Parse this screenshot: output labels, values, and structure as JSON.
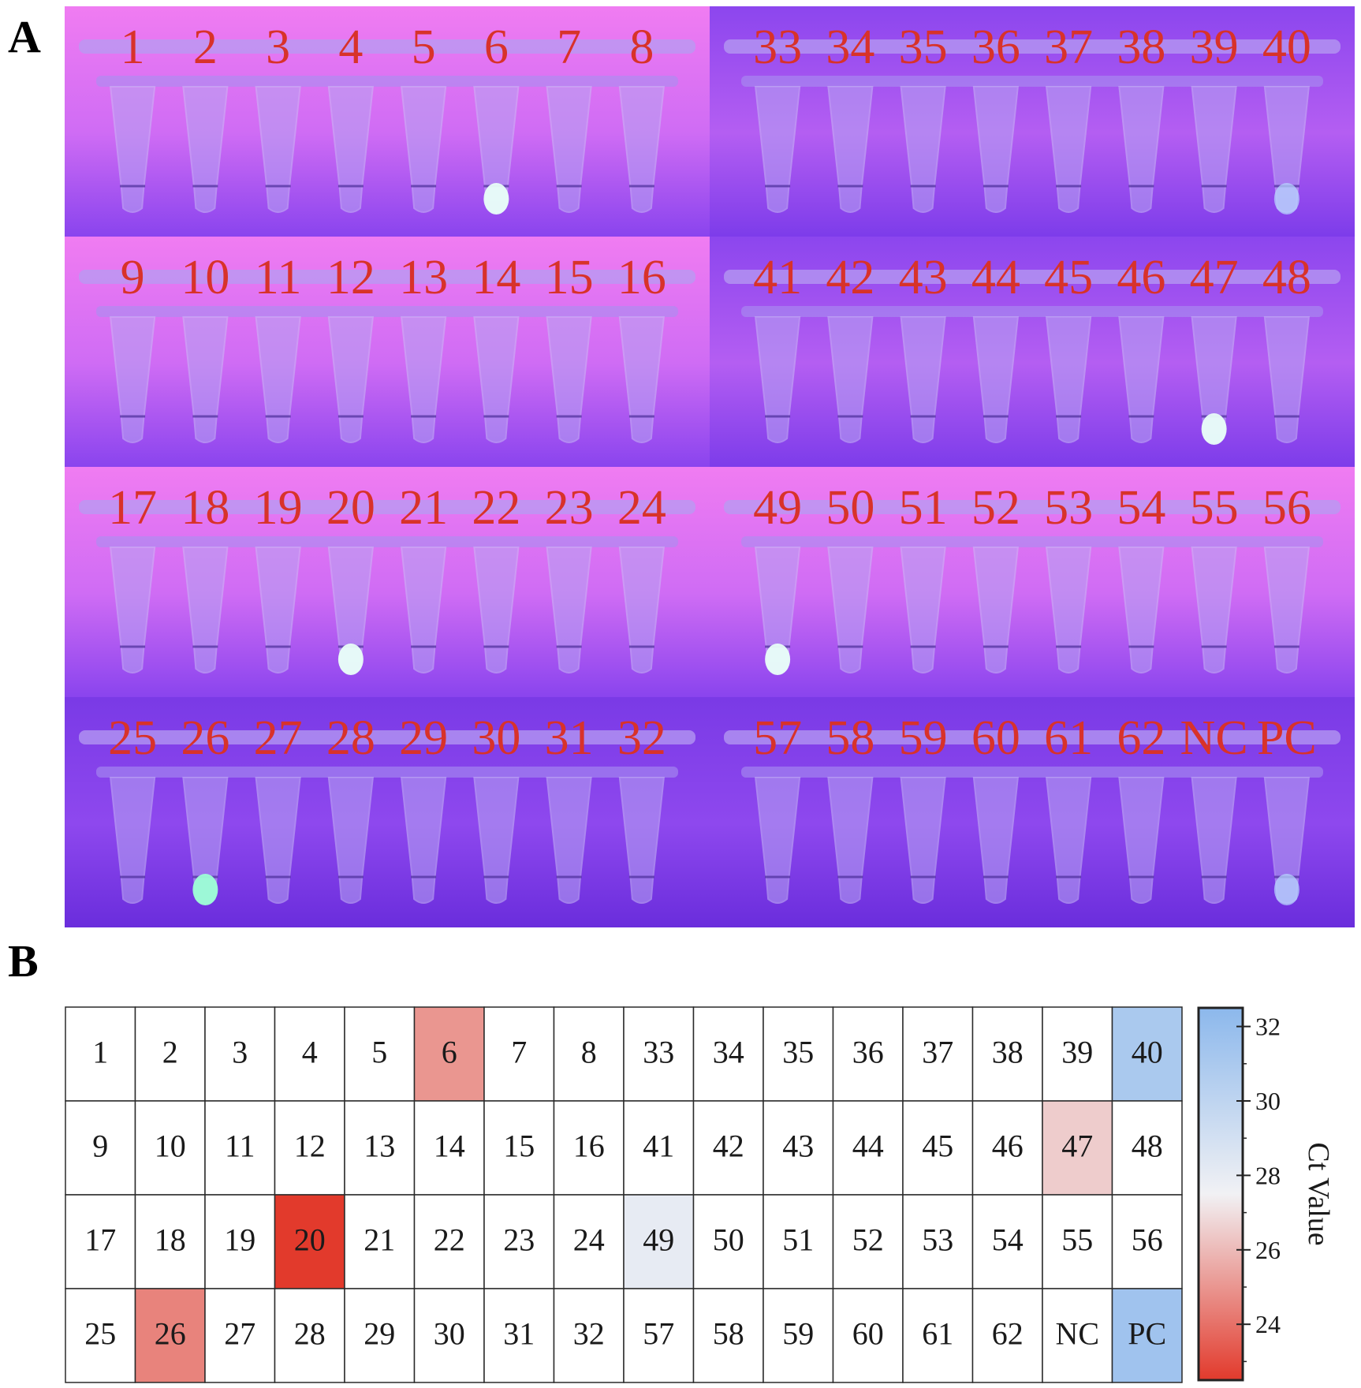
{
  "panel_a_label": "A",
  "panel_b_label": "B",
  "photo_panels": [
    {
      "labels": [
        "1",
        "2",
        "3",
        "4",
        "5",
        "6",
        "7",
        "8"
      ],
      "glow": [
        "",
        "",
        "",
        "",
        "",
        "strong",
        "",
        ""
      ],
      "theme": "pink"
    },
    {
      "labels": [
        "33",
        "34",
        "35",
        "36",
        "37",
        "38",
        "39",
        "40"
      ],
      "glow": [
        "",
        "",
        "",
        "",
        "",
        "",
        "",
        "faint"
      ],
      "theme": "violet"
    },
    {
      "labels": [
        "9",
        "10",
        "11",
        "12",
        "13",
        "14",
        "15",
        "16"
      ],
      "glow": [
        "",
        "",
        "",
        "",
        "",
        "",
        "",
        ""
      ],
      "theme": "pink"
    },
    {
      "labels": [
        "41",
        "42",
        "43",
        "44",
        "45",
        "46",
        "47",
        "48"
      ],
      "glow": [
        "",
        "",
        "",
        "",
        "",
        "",
        "strong",
        ""
      ],
      "theme": "violet"
    },
    {
      "labels": [
        "17",
        "18",
        "19",
        "20",
        "21",
        "22",
        "23",
        "24"
      ],
      "glow": [
        "",
        "",
        "",
        "strong",
        "",
        "",
        "",
        ""
      ],
      "theme": "pink"
    },
    {
      "labels": [
        "49",
        "50",
        "51",
        "52",
        "53",
        "54",
        "55",
        "56"
      ],
      "glow": [
        "strong",
        "",
        "",
        "",
        "",
        "",
        "",
        ""
      ],
      "theme": "pink"
    },
    {
      "labels": [
        "25",
        "26",
        "27",
        "28",
        "29",
        "30",
        "31",
        "32"
      ],
      "glow": [
        "",
        "green",
        "",
        "",
        "",
        "",
        "",
        ""
      ],
      "theme": "deep"
    },
    {
      "labels": [
        "57",
        "58",
        "59",
        "60",
        "61",
        "62",
        "NC",
        "PC"
      ],
      "glow": [
        "",
        "",
        "",
        "",
        "",
        "",
        "",
        "faint"
      ],
      "theme": "deep"
    }
  ],
  "colors": {
    "tube_label": "#d8322a",
    "glow_strong": "#e9fff8",
    "glow_green": "#9dffd6",
    "glow_faint": "#b9dcff"
  },
  "chart_data": {
    "type": "heatmap",
    "rows": [
      [
        "1",
        "2",
        "3",
        "4",
        "5",
        "6",
        "7",
        "8",
        "33",
        "34",
        "35",
        "36",
        "37",
        "38",
        "39",
        "40"
      ],
      [
        "9",
        "10",
        "11",
        "12",
        "13",
        "14",
        "15",
        "16",
        "41",
        "42",
        "43",
        "44",
        "45",
        "46",
        "47",
        "48"
      ],
      [
        "17",
        "18",
        "19",
        "20",
        "21",
        "22",
        "23",
        "24",
        "49",
        "50",
        "51",
        "52",
        "53",
        "54",
        "55",
        "56"
      ],
      [
        "25",
        "26",
        "27",
        "28",
        "29",
        "30",
        "31",
        "32",
        "57",
        "58",
        "59",
        "60",
        "61",
        "62",
        "NC",
        "PC"
      ]
    ],
    "ct_values": [
      [
        null,
        null,
        null,
        null,
        null,
        25.0,
        null,
        null,
        null,
        null,
        null,
        null,
        null,
        null,
        null,
        31.0
      ],
      [
        null,
        null,
        null,
        null,
        null,
        null,
        null,
        null,
        null,
        null,
        null,
        null,
        null,
        null,
        26.5,
        null
      ],
      [
        null,
        null,
        null,
        22.5,
        null,
        null,
        null,
        null,
        28.0,
        null,
        null,
        null,
        null,
        null,
        null,
        null
      ],
      [
        null,
        24.5,
        null,
        null,
        null,
        null,
        null,
        null,
        null,
        null,
        null,
        null,
        null,
        null,
        null,
        31.5
      ]
    ],
    "colorbar": {
      "title": "Ct Value",
      "range": [
        22.5,
        32.5
      ],
      "ticks": [
        "24",
        "26",
        "28",
        "30",
        "32"
      ],
      "low_color": "#e23a2c",
      "mid_color": "#f1f1f4",
      "high_color": "#8cb8ec"
    }
  }
}
